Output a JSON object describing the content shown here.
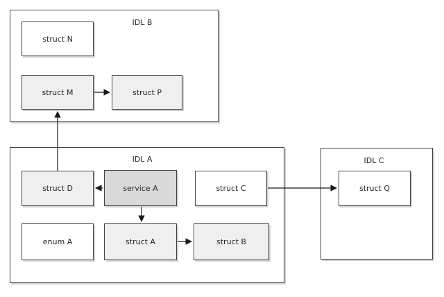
{
  "diagram": {
    "containers": [
      {
        "id": "idl-b",
        "label": "IDL B"
      },
      {
        "id": "idl-a",
        "label": "IDL A"
      },
      {
        "id": "idl-c",
        "label": "IDL C"
      }
    ],
    "nodes": [
      {
        "id": "struct-n",
        "label": "struct N",
        "container": "IDL B",
        "variant": "plain"
      },
      {
        "id": "struct-m",
        "label": "struct M",
        "container": "IDL B",
        "variant": "highlight"
      },
      {
        "id": "struct-p",
        "label": "struct P",
        "container": "IDL B",
        "variant": "highlight"
      },
      {
        "id": "struct-d",
        "label": "struct D",
        "container": "IDL A",
        "variant": "highlight"
      },
      {
        "id": "service-a",
        "label": "service A",
        "container": "IDL A",
        "variant": "service"
      },
      {
        "id": "struct-c",
        "label": "struct C",
        "container": "IDL A",
        "variant": "plain"
      },
      {
        "id": "enum-a",
        "label": "enum A",
        "container": "IDL A",
        "variant": "plain"
      },
      {
        "id": "struct-a",
        "label": "struct A",
        "container": "IDL A",
        "variant": "highlight"
      },
      {
        "id": "struct-b",
        "label": "struct B",
        "container": "IDL A",
        "variant": "highlight"
      },
      {
        "id": "struct-q",
        "label": "struct Q",
        "container": "IDL C",
        "variant": "plain"
      }
    ],
    "edges": [
      {
        "from": "struct M",
        "to": "struct P",
        "direction": "right"
      },
      {
        "from": "struct D",
        "to": "struct M",
        "direction": "up"
      },
      {
        "from": "service A",
        "to": "struct D",
        "direction": "left"
      },
      {
        "from": "service A",
        "to": "struct A",
        "direction": "down"
      },
      {
        "from": "struct A",
        "to": "struct B",
        "direction": "right"
      },
      {
        "from": "struct C",
        "to": "struct Q",
        "direction": "right"
      }
    ],
    "colors": {
      "fill_plain": "#ffffff",
      "fill_highlight": "#efefef",
      "fill_service": "#d9d9d9",
      "border": "#424242",
      "text": "#262626",
      "arrow": "#1a1a1a",
      "shadow": "rgba(165,165,165,0.5)"
    }
  }
}
